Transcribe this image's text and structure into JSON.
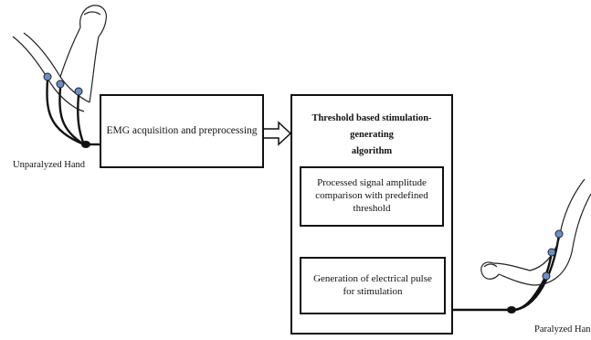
{
  "diagram": {
    "acquisition_box": "EMG acquisition and preprocessing",
    "algorithm_box": {
      "title_line1": "Threshold based stimulation-generating",
      "title_line2": "algorithm"
    },
    "comparison_box": "Processed signal amplitude comparison with predefined threshold",
    "pulse_box": "Generation of electrical pulse for stimulation",
    "left_hand_label": "Unparalyzed Hand",
    "right_hand_label": "Paralyzed Han"
  }
}
